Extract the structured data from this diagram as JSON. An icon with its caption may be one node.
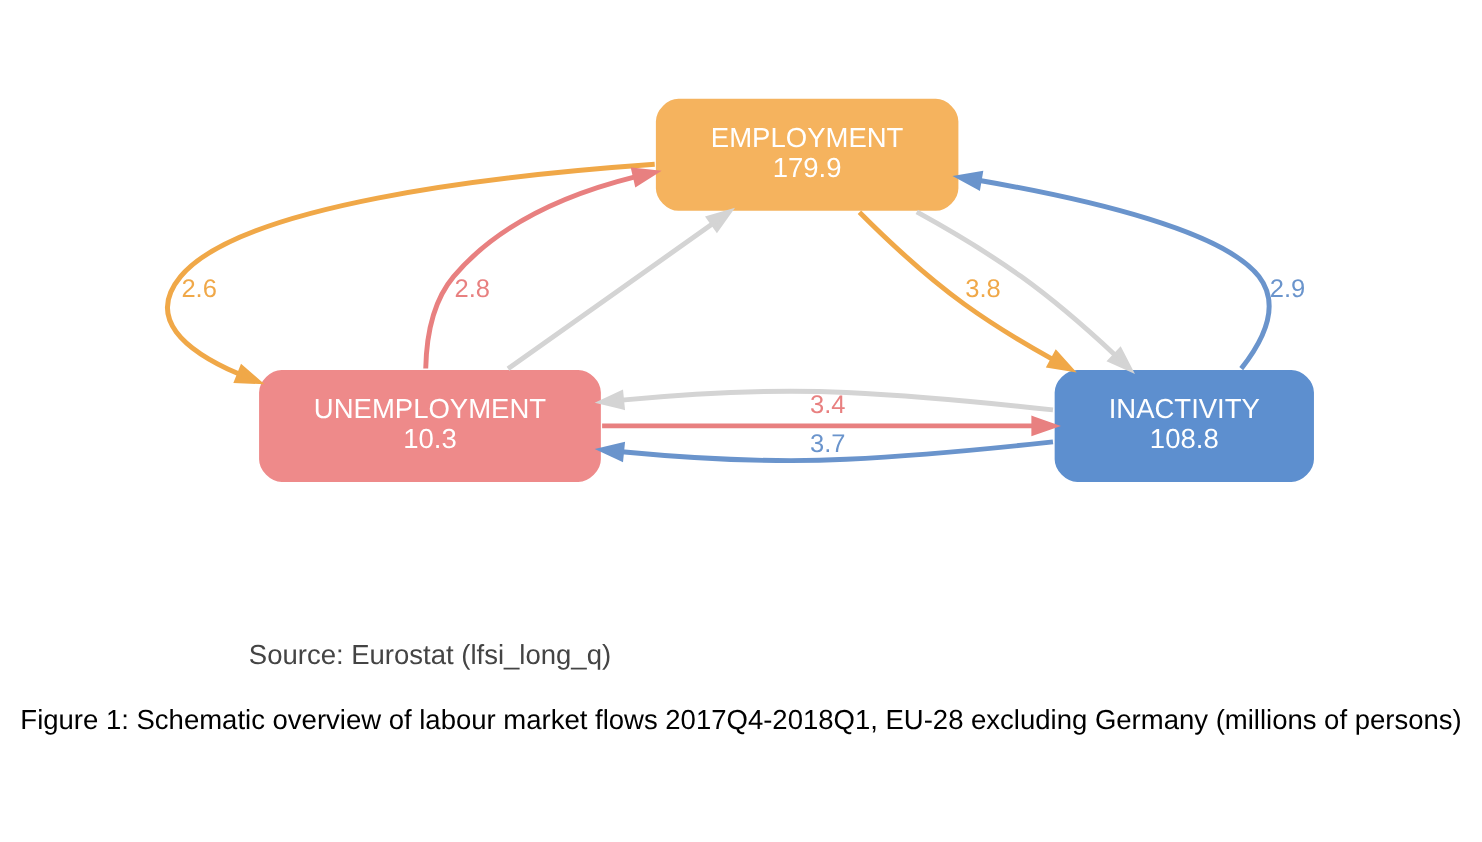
{
  "diagram": {
    "caption": "Figure 1: Schematic overview of labour market flows 2017Q4-2018Q1, EU-28 excluding Germany (millions of persons)",
    "nodes": [
      {
        "text": [
          "EMPLOYMENT",
          "179.9"
        ]
      },
      {
        "text": [
          "UNEMPLOYMENT",
          "10.3"
        ]
      },
      {
        "text": [
          "INACTIVITY",
          "108.8"
        ]
      }
    ],
    "edges": [
      {
        "from": 0,
        "to": 1,
        "arrow": "to",
        "label": "2.6",
        "color": "#f0a848"
      },
      {
        "from": 1,
        "to": 0,
        "arrow": "to",
        "label": "2.8",
        "color": "#e88080"
      },
      {
        "from": 0,
        "to": 2,
        "arrow": "to",
        "label": "3.8",
        "color": "#f0a848"
      },
      {
        "from": 2,
        "to": 0,
        "arrow": "to",
        "label": "2.9",
        "color": "#6a94cc"
      },
      {
        "from": 1,
        "to": 2,
        "arrow": "to",
        "label": "3.4",
        "color": "#e88080"
      },
      {
        "from": 2,
        "to": 1,
        "arrow": "to",
        "label": "3.7",
        "color": "#6a94cc"
      },
      {
        "from": 1,
        "to": 0,
        "arrow": "to",
        "color": "#d4d4d4"
      },
      {
        "from": 0,
        "to": 2,
        "arrow": "to",
        "color": "#d4d4d4"
      },
      {
        "from": 2,
        "to": 1,
        "arrow": "to",
        "color": "#d4d4d4"
      }
    ],
    "labels": [
      "Source: Eurostat (lfsi_long_q)"
    ]
  }
}
